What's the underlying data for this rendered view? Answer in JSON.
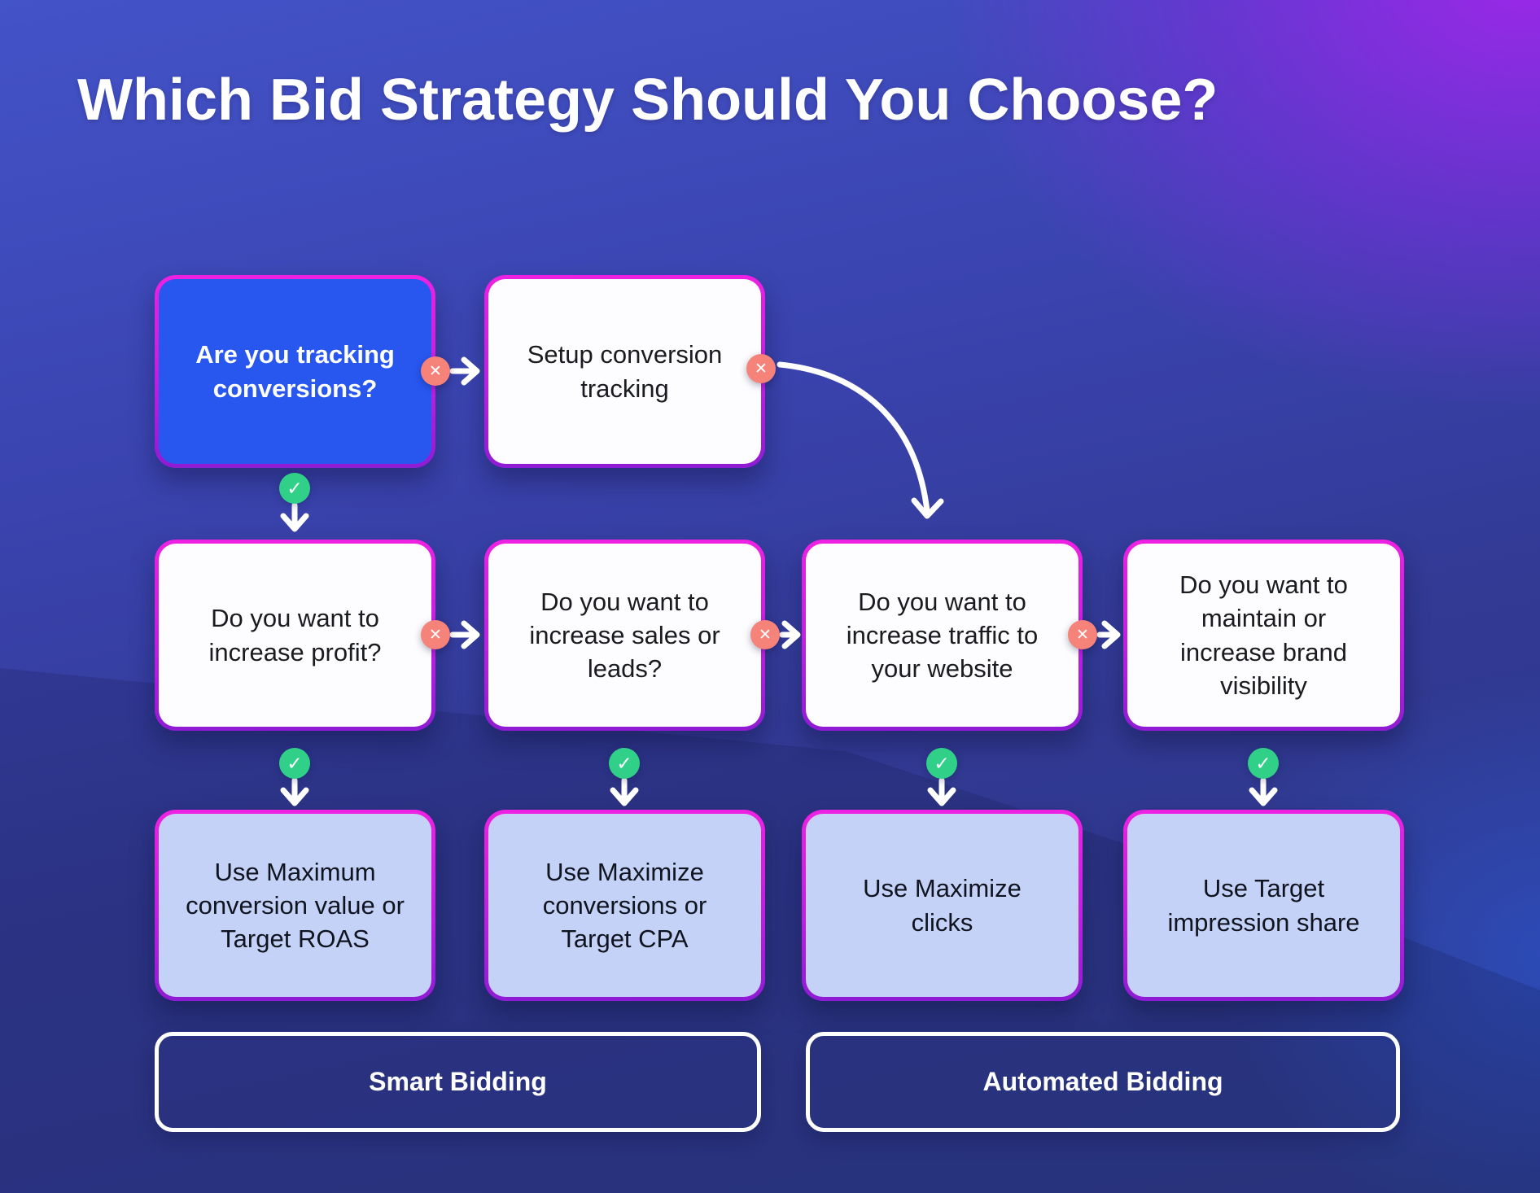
{
  "title": "Which Bid Strategy Should You Choose?",
  "boxes": {
    "tracking_question": {
      "text": "Are you tracking\nconversions?"
    },
    "setup_tracking": {
      "text": "Setup conversion\ntracking"
    },
    "profit_question": {
      "text": "Do you want to\nincrease profit?"
    },
    "sales_question": {
      "text": "Do you want to\nincrease sales or\nleads?"
    },
    "traffic_question": {
      "text": "Do you want to\nincrease traffic to\nyour website"
    },
    "brand_question": {
      "text": "Do you want to\nmaintain or\nincrease brand\nvisibility"
    },
    "max_conversion_value": {
      "text": "Use Maximum\nconversion value or\nTarget ROAS"
    },
    "maximize_conversions": {
      "text": "Use Maximize\nconversions or\nTarget CPA"
    },
    "maximize_clicks": {
      "text": "Use Maximize\nclicks"
    },
    "target_impression_share": {
      "text": "Use Target\nimpression share"
    }
  },
  "groups": {
    "smart": "Smart Bidding",
    "automated": "Automated Bidding"
  },
  "badges": {
    "yes_symbol": "✓",
    "no_symbol": "✕"
  },
  "colors": {
    "background_blue": "#3a43ae",
    "background_purple": "#9a26eb",
    "primary_box_blue": "#2857f0",
    "result_box_fill": "#c5d2f8",
    "border_magenta": "#c01fe0",
    "yes_green": "#31d089",
    "no_red": "#f5837a",
    "text_dark": "#1a1b20",
    "text_white": "#ffffff"
  }
}
